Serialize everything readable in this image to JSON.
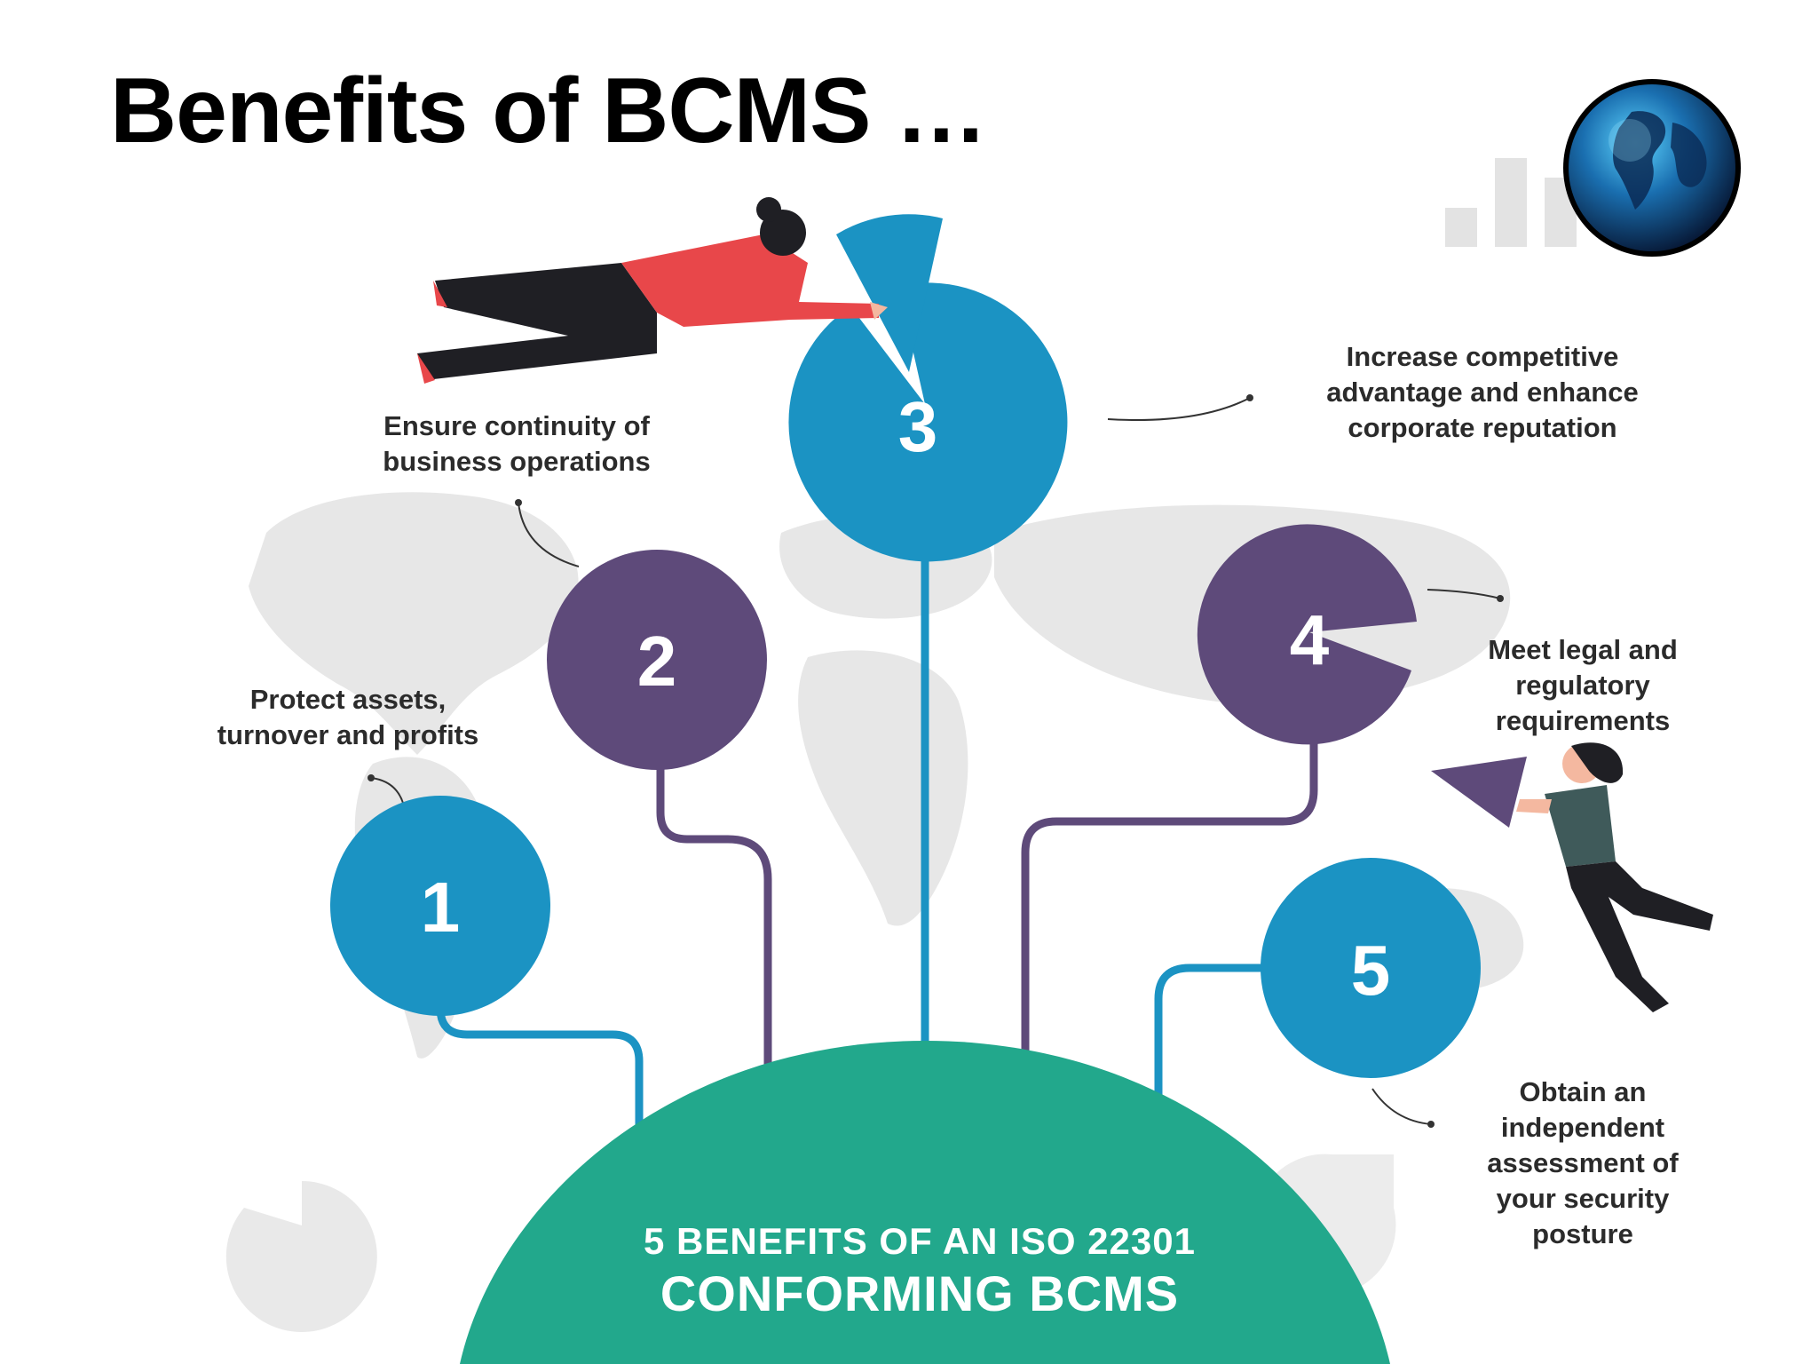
{
  "slide": {
    "title": "Benefits of BCMS …"
  },
  "logo": {
    "icon": "globe-icon"
  },
  "infographic": {
    "banner_line1": "5 BENEFITS OF AN ISO 22301",
    "banner_line2": "CONFORMING BCMS",
    "benefits": [
      {
        "number": "1",
        "text": "Protect assets,\nturnover and profits"
      },
      {
        "number": "2",
        "text": "Ensure continuity of\nbusiness operations"
      },
      {
        "number": "3",
        "text": "Increase competitive\nadvantage and enhance\ncorporate reputation"
      },
      {
        "number": "4",
        "text": "Meet legal and\nregulatory\nrequirements"
      },
      {
        "number": "5",
        "text": "Obtain an\nindependent\nassessment of\nyour security\nposture"
      }
    ]
  },
  "colors": {
    "blue": "#1b93c3",
    "purple": "#5e4a7a",
    "teal": "#22a88c",
    "map": "#e6e6e6",
    "shirt_red": "#e8474a",
    "dark": "#1f1f24"
  }
}
